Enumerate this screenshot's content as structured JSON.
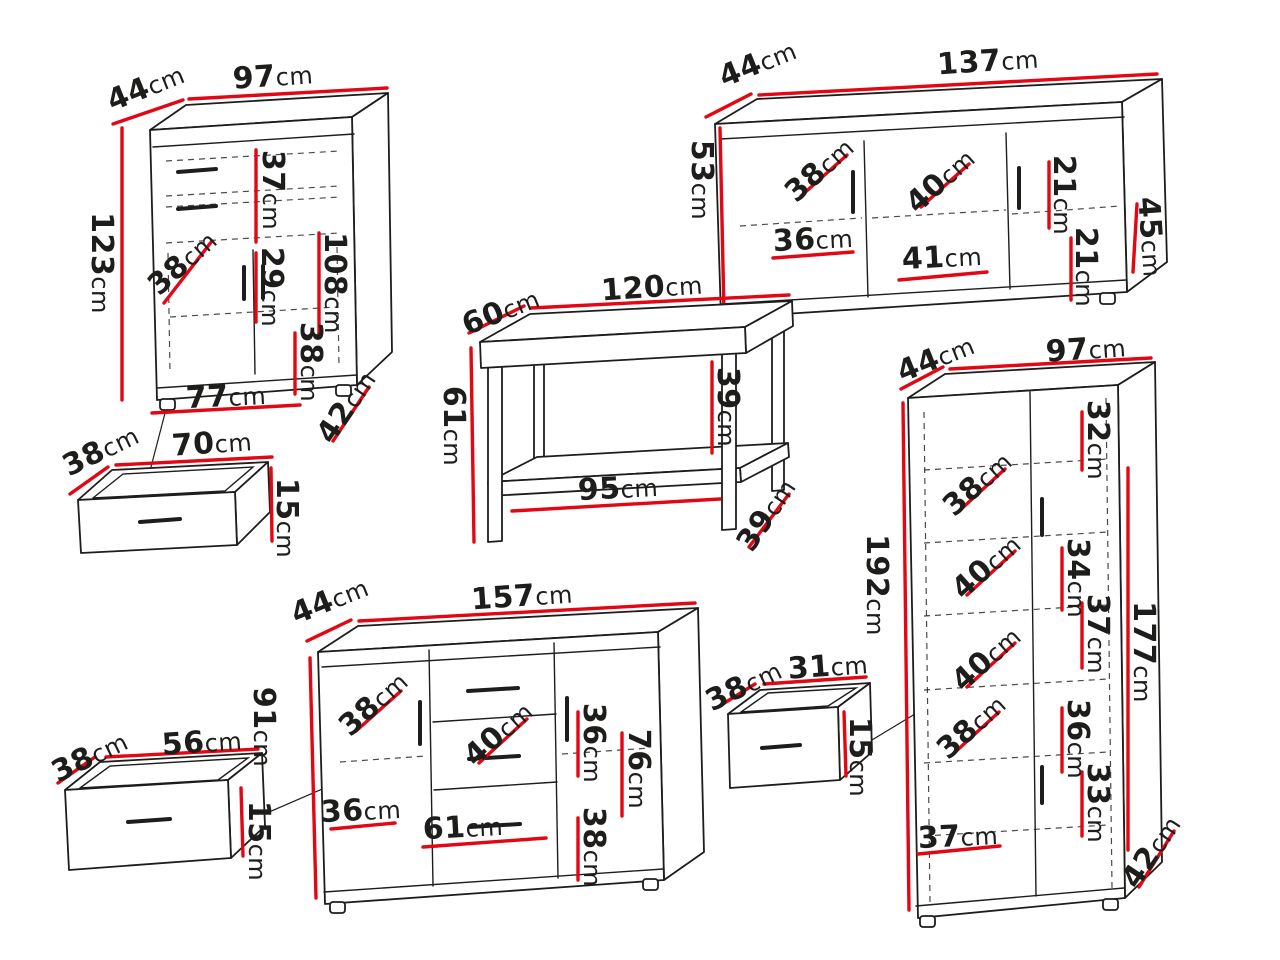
{
  "meta": {
    "unit": "cm",
    "colors": {
      "background": "#ffffff",
      "outline": "#1d1d1b",
      "dimension_line": "#e30613",
      "label_text": "#1d1d1b"
    }
  },
  "pieces": {
    "chest": {
      "depth": {
        "value": "44",
        "unit": "cm"
      },
      "width": {
        "value": "97",
        "unit": "cm"
      },
      "height": {
        "value": "123",
        "unit": "cm"
      },
      "internal": [
        {
          "value": "37",
          "unit": "cm"
        },
        {
          "value": "38",
          "unit": "cm"
        },
        {
          "value": "108",
          "unit": "cm"
        },
        {
          "value": "29",
          "unit": "cm"
        },
        {
          "value": "38",
          "unit": "cm"
        },
        {
          "value": "77",
          "unit": "cm"
        },
        {
          "value": "42",
          "unit": "cm"
        }
      ]
    },
    "drawer_small_1": {
      "depth": {
        "value": "38",
        "unit": "cm"
      },
      "width": {
        "value": "70",
        "unit": "cm"
      },
      "height": {
        "value": "15",
        "unit": "cm"
      }
    },
    "tv_stand": {
      "depth": {
        "value": "44",
        "unit": "cm"
      },
      "width": {
        "value": "137",
        "unit": "cm"
      },
      "height": {
        "value": "53",
        "unit": "cm"
      },
      "internal": [
        {
          "value": "38",
          "unit": "cm"
        },
        {
          "value": "40",
          "unit": "cm"
        },
        {
          "value": "21",
          "unit": "cm"
        },
        {
          "value": "36",
          "unit": "cm"
        },
        {
          "value": "41",
          "unit": "cm"
        },
        {
          "value": "21",
          "unit": "cm"
        },
        {
          "value": "45",
          "unit": "cm"
        }
      ]
    },
    "coffee_table": {
      "depth": {
        "value": "60",
        "unit": "cm"
      },
      "width": {
        "value": "120",
        "unit": "cm"
      },
      "height": {
        "value": "61",
        "unit": "cm"
      },
      "internal": [
        {
          "value": "39",
          "unit": "cm"
        },
        {
          "value": "95",
          "unit": "cm"
        },
        {
          "value": "39",
          "unit": "cm"
        }
      ]
    },
    "tall_cabinet": {
      "depth": {
        "value": "44",
        "unit": "cm"
      },
      "width": {
        "value": "97",
        "unit": "cm"
      },
      "height": {
        "value": "192",
        "unit": "cm"
      },
      "internal": [
        {
          "value": "32",
          "unit": "cm"
        },
        {
          "value": "38",
          "unit": "cm"
        },
        {
          "value": "40",
          "unit": "cm"
        },
        {
          "value": "34",
          "unit": "cm"
        },
        {
          "value": "37",
          "unit": "cm"
        },
        {
          "value": "40",
          "unit": "cm"
        },
        {
          "value": "36",
          "unit": "cm"
        },
        {
          "value": "38",
          "unit": "cm"
        },
        {
          "value": "177",
          "unit": "cm"
        },
        {
          "value": "33",
          "unit": "cm"
        },
        {
          "value": "37",
          "unit": "cm"
        },
        {
          "value": "42",
          "unit": "cm"
        }
      ]
    },
    "sideboard": {
      "depth": {
        "value": "44",
        "unit": "cm"
      },
      "width": {
        "value": "157",
        "unit": "cm"
      },
      "height": {
        "value": "91",
        "unit": "cm"
      },
      "internal": [
        {
          "value": "38",
          "unit": "cm"
        },
        {
          "value": "40",
          "unit": "cm"
        },
        {
          "value": "36",
          "unit": "cm"
        },
        {
          "value": "36",
          "unit": "cm"
        },
        {
          "value": "61",
          "unit": "cm"
        },
        {
          "value": "76",
          "unit": "cm"
        },
        {
          "value": "38",
          "unit": "cm"
        }
      ]
    },
    "drawer_small_2": {
      "depth": {
        "value": "38",
        "unit": "cm"
      },
      "width": {
        "value": "56",
        "unit": "cm"
      },
      "height": {
        "value": "15",
        "unit": "cm"
      }
    },
    "drawer_small_3": {
      "depth": {
        "value": "38",
        "unit": "cm"
      },
      "width": {
        "value": "31",
        "unit": "cm"
      },
      "height": {
        "value": "15",
        "unit": "cm"
      }
    }
  }
}
